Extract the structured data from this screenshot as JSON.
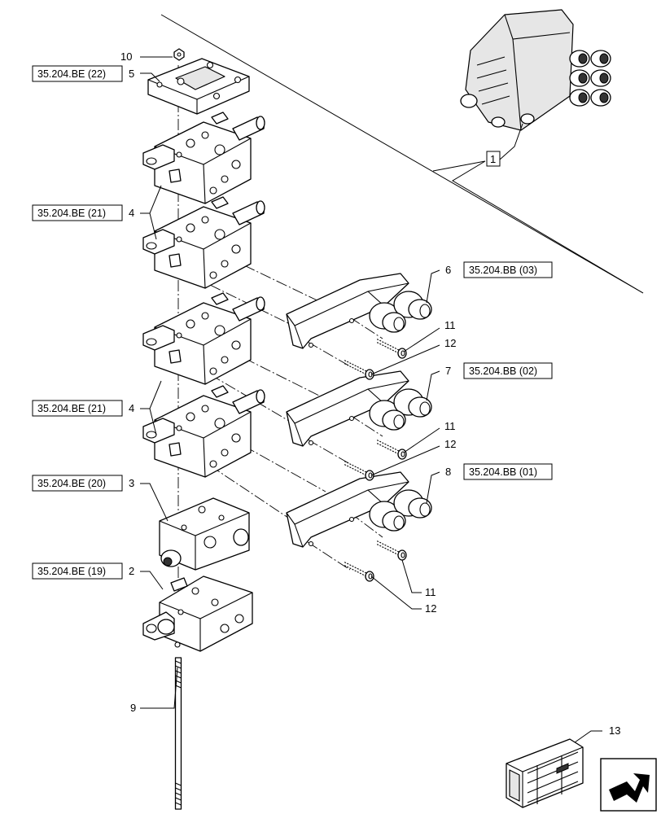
{
  "references": {
    "r22": "35.204.BE (22)",
    "r21a": "35.204.BE (21)",
    "r21b": "35.204.BE (21)",
    "r20": "35.204.BE (20)",
    "r19": "35.204.BE (19)",
    "bb03": "35.204.BB (03)",
    "bb02": "35.204.BB (02)",
    "bb01": "35.204.BB (01)"
  },
  "callouts": {
    "c1": "1",
    "c2": "2",
    "c3": "3",
    "c4a": "4",
    "c4b": "4",
    "c5": "5",
    "c6": "6",
    "c7": "7",
    "c8": "8",
    "c9": "9",
    "c10": "10",
    "c11a": "11",
    "c11b": "11",
    "c11c": "11",
    "c12a": "12",
    "c12b": "12",
    "c12c": "12",
    "c13": "13"
  },
  "icons": {
    "crate": "shipping-crate-icon",
    "nav": "next-page-arrow-icon"
  }
}
